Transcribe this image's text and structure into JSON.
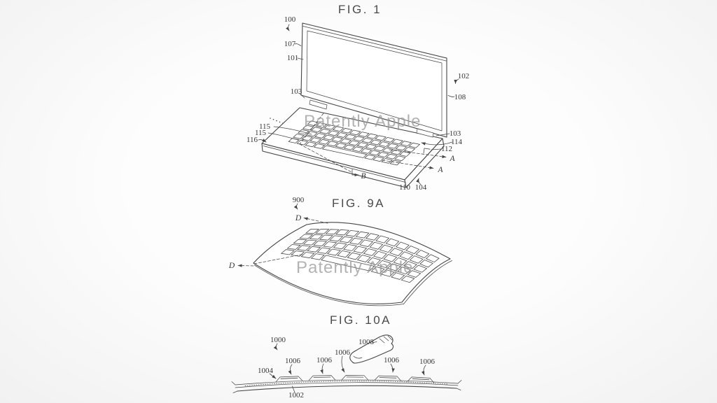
{
  "watermark": "Patently Apple",
  "fig1": {
    "title": "FIG. 1",
    "refs": {
      "n100": "100",
      "n101": "101",
      "n102": "102",
      "n103": "103",
      "n104": "104",
      "n107": "107",
      "n108": "108",
      "n110": "110",
      "n112": "112",
      "n114": "114",
      "n115": "115",
      "n116": "116"
    },
    "sections": {
      "A": "A",
      "B": "B"
    }
  },
  "fig9a": {
    "title": "FIG. 9A",
    "refs": {
      "n900": "900"
    },
    "sections": {
      "D": "D"
    }
  },
  "fig10a": {
    "title": "FIG. 10A",
    "refs": {
      "n1000": "1000",
      "n1002": "1002",
      "n1004": "1004",
      "n1006": "1006",
      "n1008": "1008"
    }
  }
}
